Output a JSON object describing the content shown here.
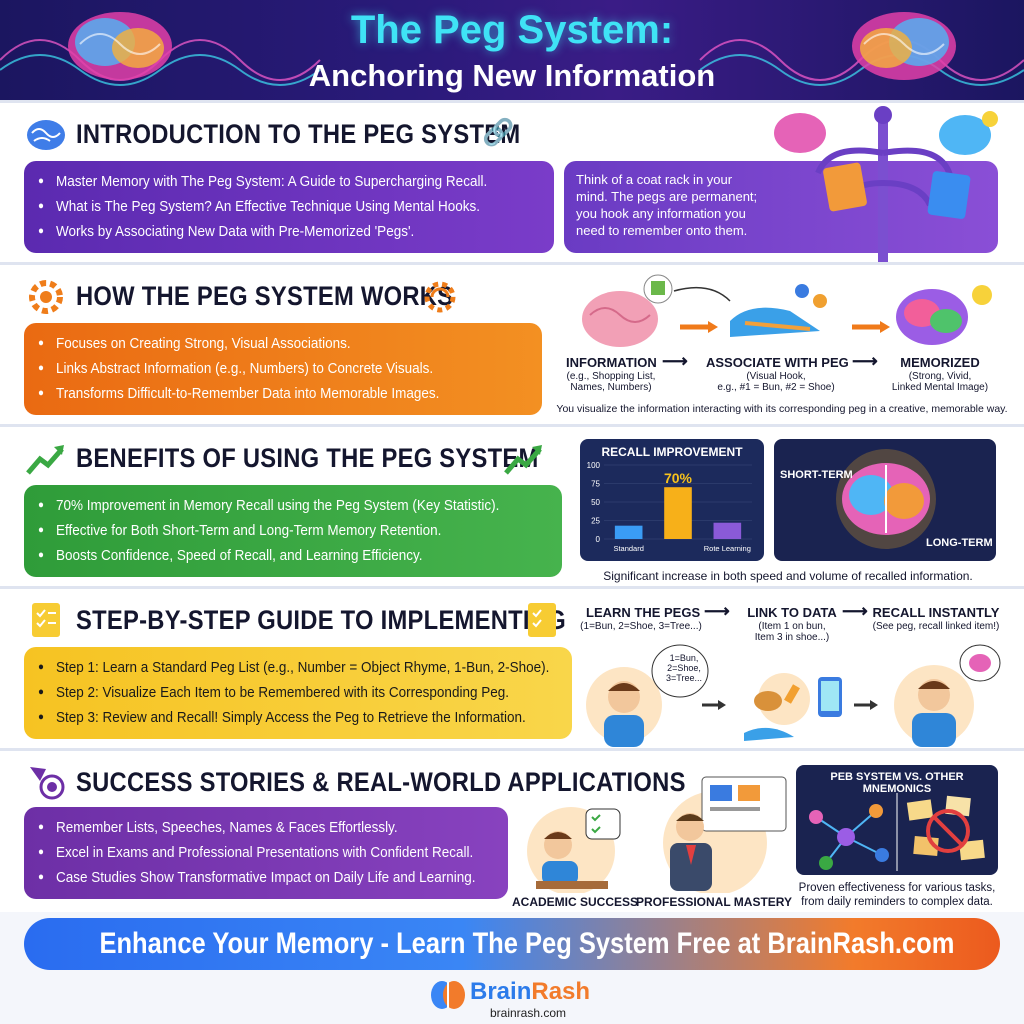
{
  "header": {
    "title_line1": "The Peg System:",
    "title_line2": "Anchoring New Information"
  },
  "intro": {
    "title": "INTRODUCTION TO THE PEG SYSTEM",
    "bullets": [
      "Master Memory with The Peg System: A Guide to Supercharging Recall.",
      "What is The Peg System? An Effective Technique Using Mental Hooks.",
      "Works by Associating New Data with Pre-Memorized 'Pegs'."
    ],
    "note": "Think of a coat rack in your mind. The pegs are permanent; you hook any information you need to remember onto them."
  },
  "works": {
    "title": "HOW THE PEG SYSTEM WORKS",
    "bullets": [
      "Focuses on Creating Strong, Visual Associations.",
      "Links Abstract Information (e.g., Numbers) to Concrete Visuals.",
      "Transforms Difficult-to-Remember Data into Memorable Images."
    ],
    "flow": [
      {
        "label": "INFORMATION",
        "sub1": "(e.g., Shopping List,",
        "sub2": "Names, Numbers)",
        "sub3": ""
      },
      {
        "label": "ASSOCIATE WITH PEG",
        "sub1": "(Visual Hook,",
        "sub2": "e.g., #1 = Bun, #2 = Shoe)",
        "sub3": ""
      },
      {
        "label": "MEMORIZED",
        "sub1": "(Strong, Vivid,",
        "sub2": "Linked Mental Image)",
        "sub3": ""
      }
    ],
    "arrow": "⟶",
    "caption": "You visualize the information interacting with its corresponding peg in a creative, memorable way."
  },
  "benefits": {
    "title": "BENEFITS OF USING THE PEG SYSTEM",
    "bullets": [
      "70% Improvement in Memory Recall using the Peg System (Key Statistic).",
      "Effective for Both Short-Term and Long-Term Memory Retention.",
      "Boosts Confidence, Speed of Recall, and Learning Efficiency."
    ],
    "chart_title": "RECALL IMPROVEMENT",
    "chart_value_label": "70%",
    "brain_short": "SHORT-TERM",
    "brain_long": "LONG-TERM",
    "caption": "Significant increase in both speed and volume of recalled information."
  },
  "chart_data": {
    "type": "bar",
    "title": "RECALL IMPROVEMENT",
    "categories": [
      "Standard",
      "",
      "Rote Learning"
    ],
    "values": [
      18,
      70,
      22
    ],
    "yticks": [
      "100",
      "75",
      "50",
      "25",
      "0"
    ],
    "ylim": [
      0,
      100
    ],
    "colors": [
      "#3a9cf5",
      "#f7b019",
      "#8a5ad8"
    ]
  },
  "steps": {
    "title": "STEP-BY-STEP GUIDE TO IMPLEMENTING",
    "bullets": [
      "Step 1: Learn a Standard Peg List (e.g., Number = Object Rhyme, 1-Bun, 2-Shoe).",
      "Step 2: Visualize Each Item to be Remembered with its Corresponding Peg.",
      "Step 3: Review and Recall! Simply Access the Peg to Retrieve the Information."
    ],
    "flow": [
      {
        "label": "LEARN THE PEGS",
        "sub1": "(1=Bun, 2=Shoe, 3=Tree...)"
      },
      {
        "label": "LINK TO DATA",
        "sub1": "(Item 1 on bun,",
        "sub2": "Item 3 in shoe...)"
      },
      {
        "label": "RECALL INSTANTLY",
        "sub1": "(See peg, recall linked item!)"
      }
    ],
    "bubble_lines": [
      "1=Bun,",
      "2=Shoe,",
      "3=Tree..."
    ]
  },
  "success": {
    "title": "SUCCESS STORIES & REAL-WORLD APPLICATIONS",
    "bullets": [
      "Remember Lists, Speeches, Names & Faces Effortlessly.",
      "Excel in Exams and Professional Presentations with Confident Recall.",
      "Case Studies Show Transformative Impact on Daily Life and Learning."
    ],
    "academic": "ACADEMIC SUCCESS",
    "professional": "PROFESSIONAL MASTERY",
    "compare_title": "PEB SYSTEM VS. OTHER MNEMONICS",
    "caption_line1": "Proven effectiveness for various tasks,",
    "caption_line2": "from daily reminders to complex data."
  },
  "footer": {
    "banner": "Enhance Your Memory - Learn The Peg System Free at BrainRash.com",
    "logo_brain": "Brain",
    "logo_rash": "Rash",
    "url": "brainrash.com"
  },
  "colors": {
    "header_bg": "#1b1660",
    "title_cyan": "#3fe3f5",
    "purple": "#6a34bd",
    "orange": "#ef7d1a",
    "green": "#3aa843",
    "yellow": "#f7cc33",
    "banner_blue": "#2a6cf0",
    "banner_orange": "#ec5a1e"
  }
}
